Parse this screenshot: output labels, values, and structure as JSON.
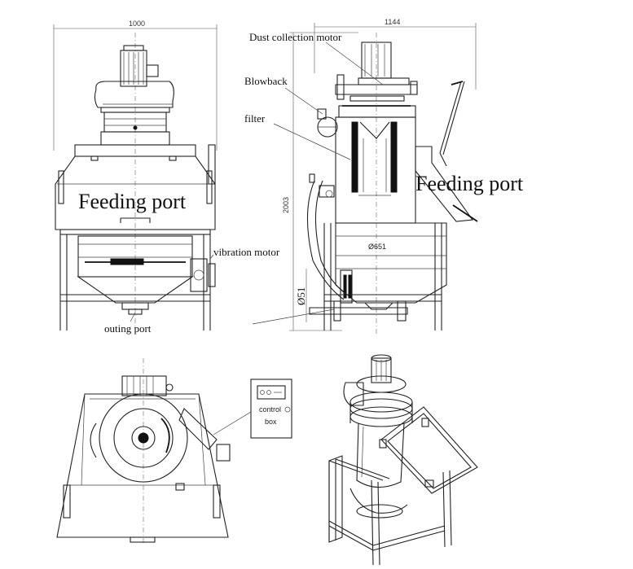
{
  "front_view": {
    "width_dim": "1000",
    "feeding_port": "Feeding port",
    "vibration_motor": "vibration motor",
    "outing_port": "outing port"
  },
  "side_view": {
    "width_dim": "1144",
    "height_dim": "2003",
    "dia_dim": "Ø51",
    "inner_dia": "Ø651",
    "dust_motor": "Dust collection motor",
    "blowback": "Blowback",
    "filter": "filter",
    "feeding_port": "Feeding port"
  },
  "top_view": {
    "control_box_line1": "control",
    "control_box_line2": "box"
  }
}
